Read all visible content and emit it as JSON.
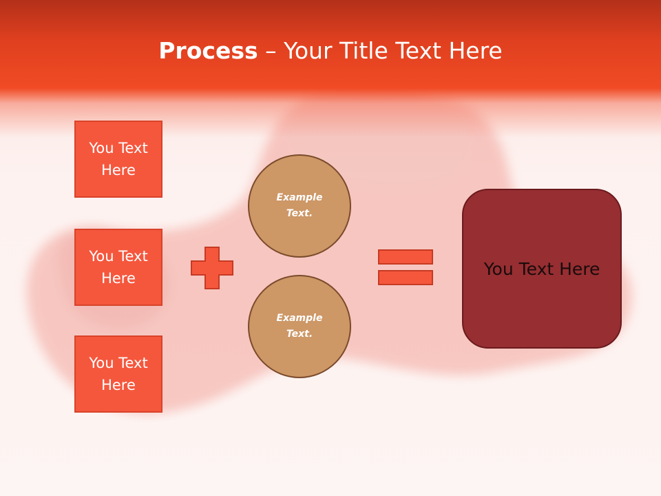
{
  "slide": {
    "title_bold": "Process",
    "title_rest": " – Your Title Text Here",
    "left_boxes": [
      {
        "text": "You Text Here"
      },
      {
        "text": "You Text Here"
      },
      {
        "text": "You Text Here"
      }
    ],
    "circles": [
      {
        "text": "Example Text."
      },
      {
        "text": "Example Text."
      }
    ],
    "result": {
      "text": "You Text Here"
    },
    "operators": {
      "plus": "plus-icon",
      "equals": "equals-icon"
    }
  },
  "colors": {
    "title_bar": "#f04b25",
    "box_fill": "#f5573d",
    "circle_fill": "#cd9766",
    "result_fill": "#962e32"
  }
}
